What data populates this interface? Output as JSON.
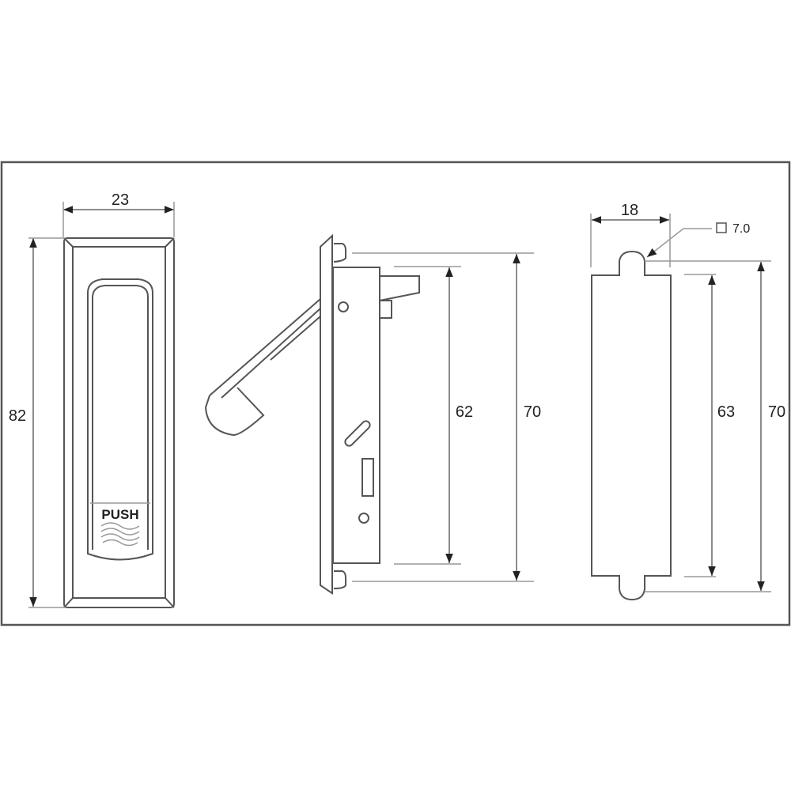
{
  "front_view": {
    "width_label": "23",
    "height_label": "82",
    "push_label": "PUSH"
  },
  "side_view": {
    "inner_height_label": "62",
    "outer_height_label": "70"
  },
  "cutout_view": {
    "width_label": "18",
    "corner_label": "7.0",
    "inner_height_label": "63",
    "outer_height_label": "70"
  }
}
